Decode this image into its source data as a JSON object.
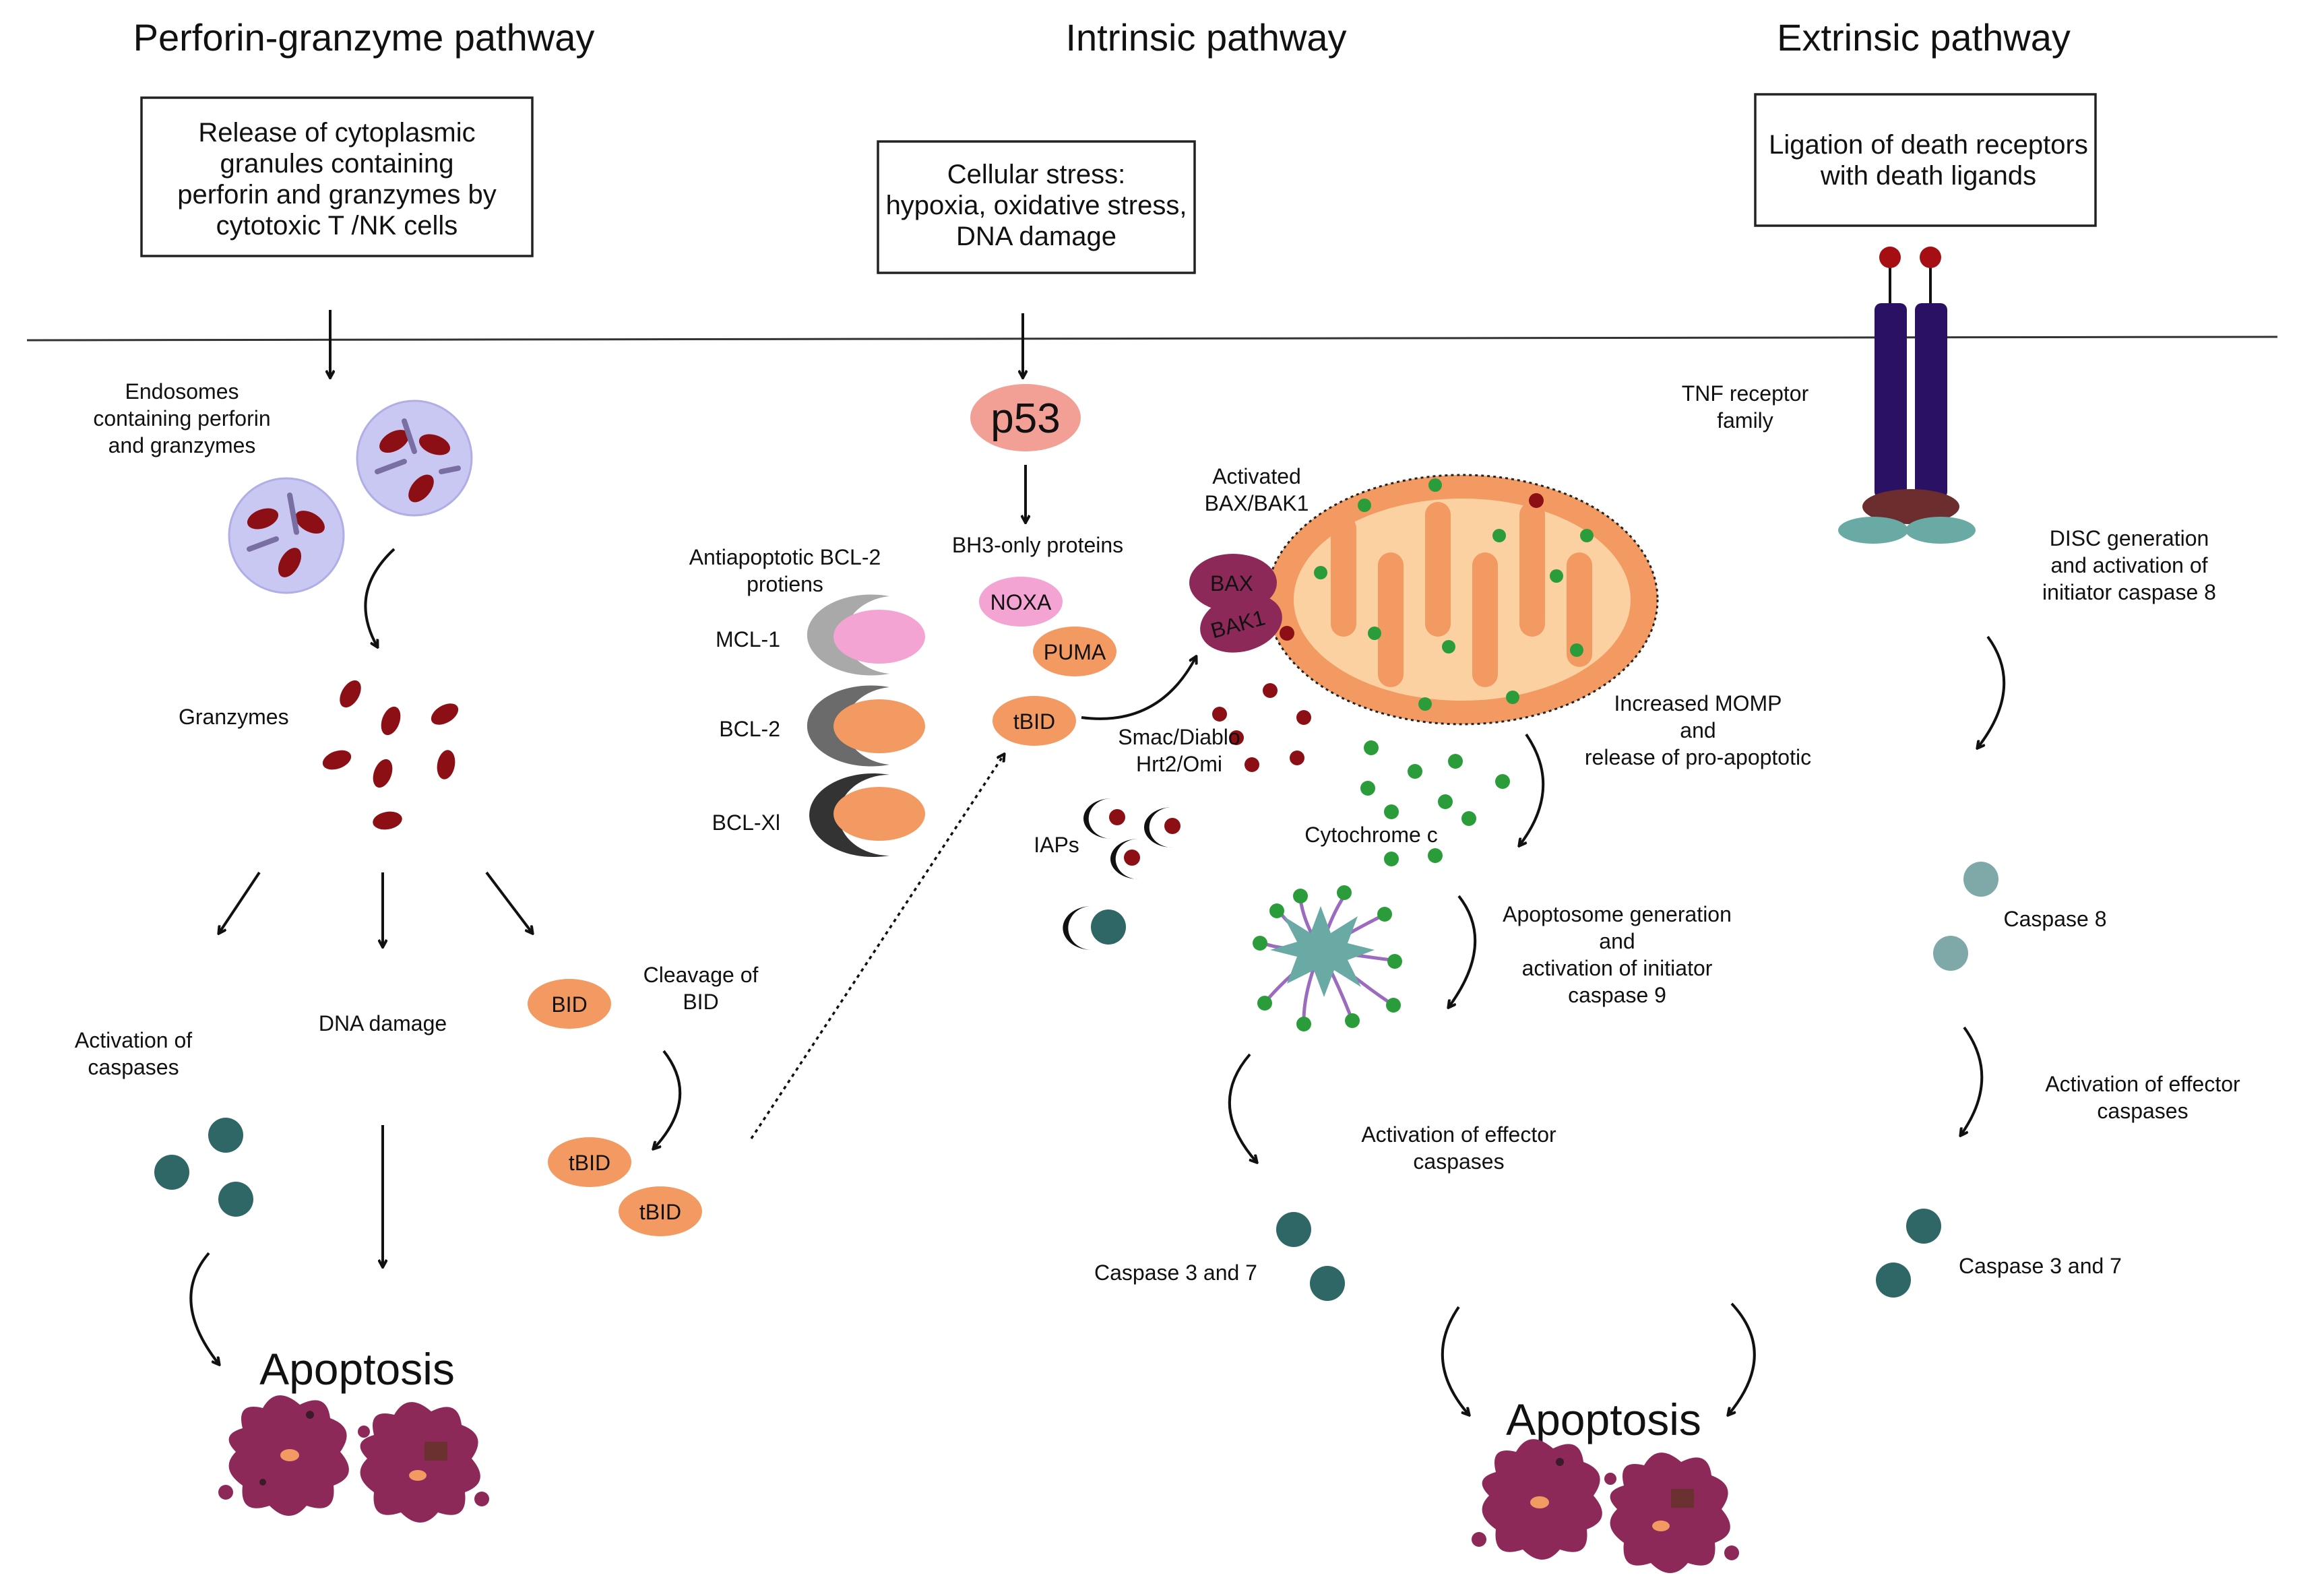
{
  "titles": {
    "perforin": "Perforin-granzyme pathway",
    "intrinsic": "Intrinsic pathway",
    "extrinsic": "Extrinsic pathway"
  },
  "boxes": {
    "perforin": [
      "Release of cytoplasmic",
      "granules containing",
      "perforin and granzymes by",
      "cytotoxic T /NK cells"
    ],
    "intrinsic": [
      "Cellular stress:",
      "hypoxia, oxidative stress,",
      "DNA damage"
    ],
    "extrinsic": [
      "Ligation of death receptors",
      "with death ligands"
    ]
  },
  "perforin": {
    "endosomes": [
      "Endosomes",
      "containing perforin",
      "and granzymes"
    ],
    "granzymes": "Granzymes",
    "activation": [
      "Activation of",
      "caspases"
    ],
    "dna_damage": "DNA damage",
    "bid": "BID",
    "cleavage": [
      "Cleavage of",
      "BID"
    ],
    "tbid_1": "tBID",
    "tbid_2": "tBID",
    "apoptosis": "Apoptosis"
  },
  "intrinsic": {
    "p53": "p53",
    "bh3": "BH3-only proteins",
    "noxa": "NOXA",
    "puma": "PUMA",
    "tbid": "tBID",
    "antiapoptotic": [
      "Antiapoptotic BCL-2",
      "protiens"
    ],
    "mcl1": "MCL-1",
    "bcl2": "BCL-2",
    "bclxl": "BCL-Xl",
    "activated": [
      "Activated",
      "BAX/BAK1"
    ],
    "bax": "BAX",
    "bak1": "BAK1",
    "smac": [
      "Smac/Diablo",
      "Hrt2/Omi"
    ],
    "iaps": "IAPs",
    "momp": [
      "Increased MOMP",
      "and",
      "release of pro-apoptotic"
    ],
    "cytochrome": "Cytochrome c",
    "apoptosome": [
      "Apoptosome generation",
      "and",
      "activation of initiator",
      "caspase 9"
    ],
    "effector": [
      "Activation of effector",
      "caspases"
    ],
    "caspase37": "Caspase 3 and 7",
    "apoptosis": "Apoptosis"
  },
  "extrinsic": {
    "tnf": [
      "TNF receptor",
      "family"
    ],
    "disc": [
      "DISC generation",
      "and activation of",
      "initiator caspase 8"
    ],
    "caspase8": "Caspase 8",
    "effector": [
      "Activation of effector",
      "caspases"
    ],
    "caspase37": "Caspase 3 and 7"
  },
  "colors": {
    "granzyme": "#8b0f14",
    "endosome": "#c9c8f2",
    "caspase": "#2f6767",
    "caspase8": "#7fa9a9",
    "tbid": "#f39a63",
    "noxa": "#f3a4d3",
    "p53": "#f29f95",
    "mito_outer": "#f39a63",
    "mito_inner": "#fcd1a2",
    "cyto": "#2a9d3a",
    "bax": "#8c2958",
    "receptor": "#2a1163",
    "receptor_base": "#6b2d2d",
    "receptor_foot": "#6aaaa5",
    "apoptotic_cell": "#8c2958"
  }
}
